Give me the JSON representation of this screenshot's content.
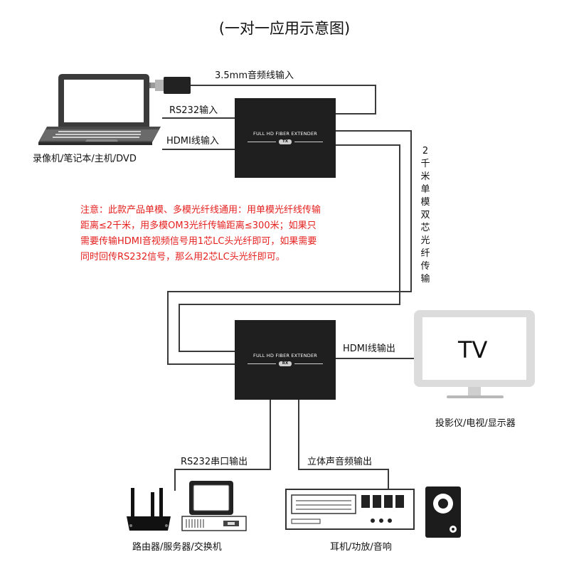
{
  "title": "(一对一应用示意图)",
  "labels": {
    "audio_in": "3.5mm音频线输入",
    "rs232_in": "RS232输入",
    "hdmi_in": "HDMI线输入",
    "source_device": "录像机/笔记本/主机/DVD",
    "fiber_label": "2千米单模双芯光纤传输",
    "hdmi_out": "HDMI线输出",
    "display_device": "投影仪/电视/显示器",
    "tv_text": "TV",
    "rs232_out": "RS232串口输出",
    "audio_out": "立体声音频输出",
    "router_device": "路由器/服务器/交换机",
    "audio_device": "耳机/功放/音响"
  },
  "boxes": {
    "tx": {
      "title": "FULL HD FIBER EXTENDER",
      "badge": "TX"
    },
    "rx": {
      "title": "FULL HD FIBER EXTENDER",
      "badge": "RX"
    }
  },
  "note": {
    "lines": [
      "注意：此款产品单模、多模光纤线通用：用单模光纤线传输",
      "距离≤2千米，用多模OM3光纤传输距离≤300米；如果只",
      "需要传输HDMI音视频信号用1芯LC头光纤即可，如果需要",
      "同时回传RS232信号，那么用2芯LC头光纤即可。"
    ]
  },
  "colors": {
    "note": "#e5201f",
    "box": "#1f1f1f",
    "wire": "#3a3a3a"
  }
}
